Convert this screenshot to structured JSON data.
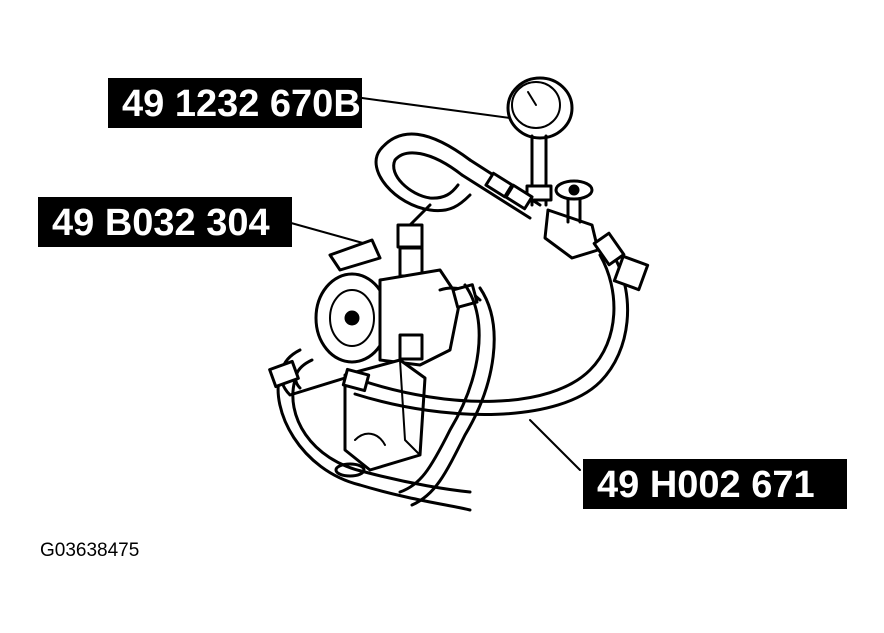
{
  "callouts": {
    "gauge": "49 1232 670B",
    "adapter": "49 B032 304",
    "hose": "49 H002 671"
  },
  "figure_id": "G03638475",
  "colors": {
    "ink": "#000000",
    "paper": "#ffffff"
  }
}
